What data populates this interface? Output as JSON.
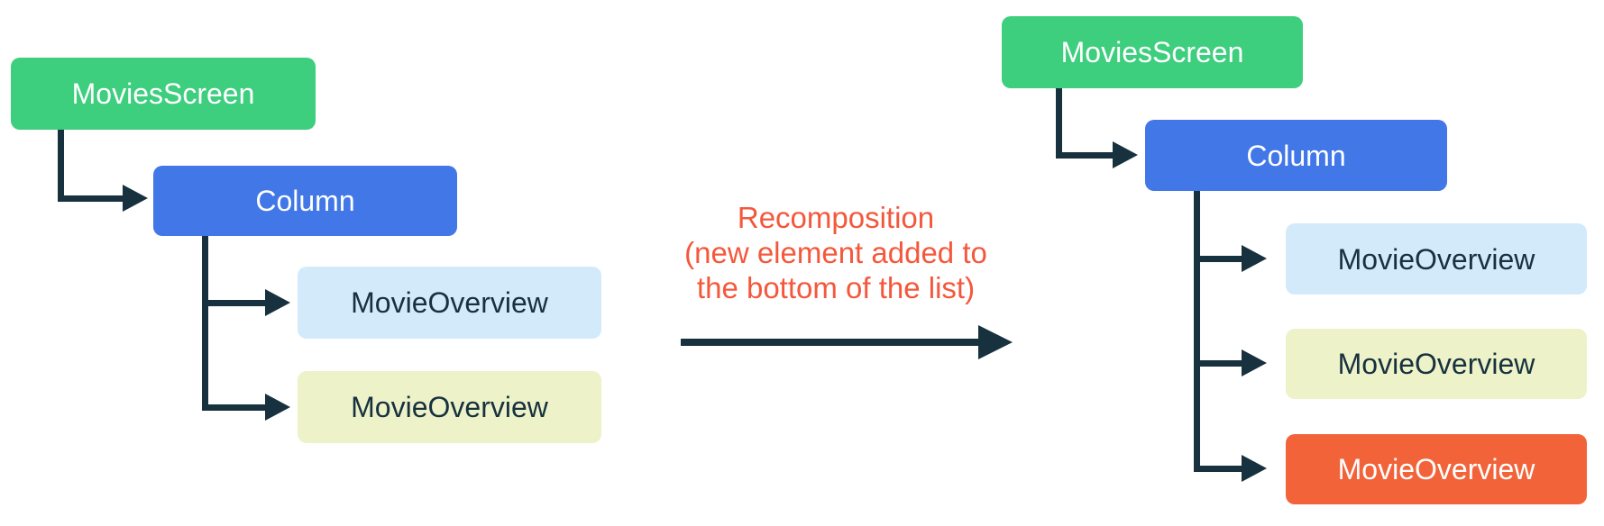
{
  "diagram": {
    "annotation": {
      "line1": "Recomposition",
      "line2": "(new element added to",
      "line3": "the bottom of the list)"
    },
    "left_tree": {
      "root": "MoviesScreen",
      "container": "Column",
      "leaves": [
        "MovieOverview",
        "MovieOverview"
      ]
    },
    "right_tree": {
      "root": "MoviesScreen",
      "container": "Column",
      "leaves": [
        "MovieOverview",
        "MovieOverview",
        "MovieOverview"
      ]
    },
    "colors": {
      "green": "#3DCE7E",
      "blue": "#4277E8",
      "light_blue": "#D3EAFB",
      "light_yellow": "#EDF2C9",
      "orange": "#F2633A",
      "label_orange": "#F4583C",
      "line": "#17313E",
      "text_light": "#FFFFFF"
    }
  }
}
